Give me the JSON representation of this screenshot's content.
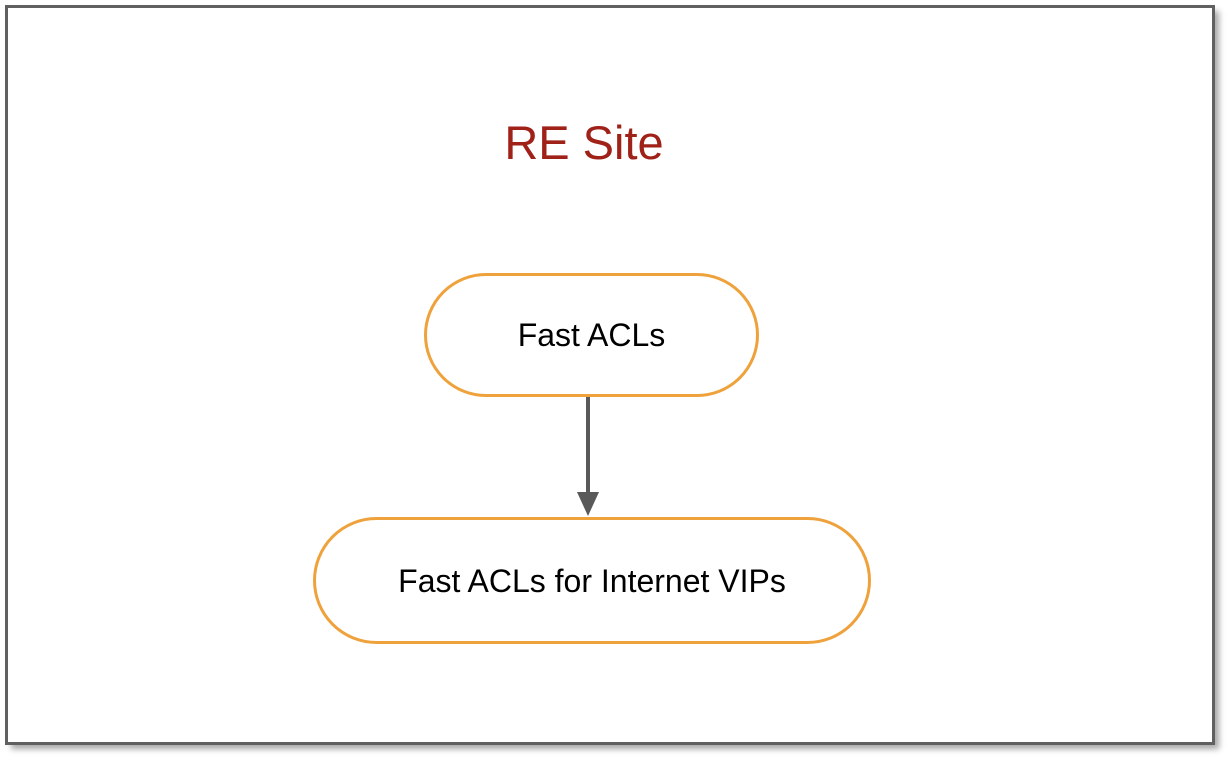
{
  "diagram": {
    "title": "RE Site",
    "title_color": "#9F2118",
    "canvas_background": "#FFFFFF",
    "frame_color": "#606060",
    "node_border_color": "#EFA23C",
    "node_fill_color": "#FFFFFF",
    "node_text_color": "#000000",
    "edge_color": "#595959",
    "nodes": [
      {
        "id": "fast-acls",
        "label": "Fast ACLs",
        "shape": "stadium"
      },
      {
        "id": "fast-acls-internet-vips",
        "label": "Fast ACLs for Internet VIPs",
        "shape": "stadium"
      }
    ],
    "edges": [
      {
        "from": "fast-acls",
        "to": "fast-acls-internet-vips",
        "label": "",
        "arrow": "down",
        "style": "solid"
      }
    ]
  }
}
